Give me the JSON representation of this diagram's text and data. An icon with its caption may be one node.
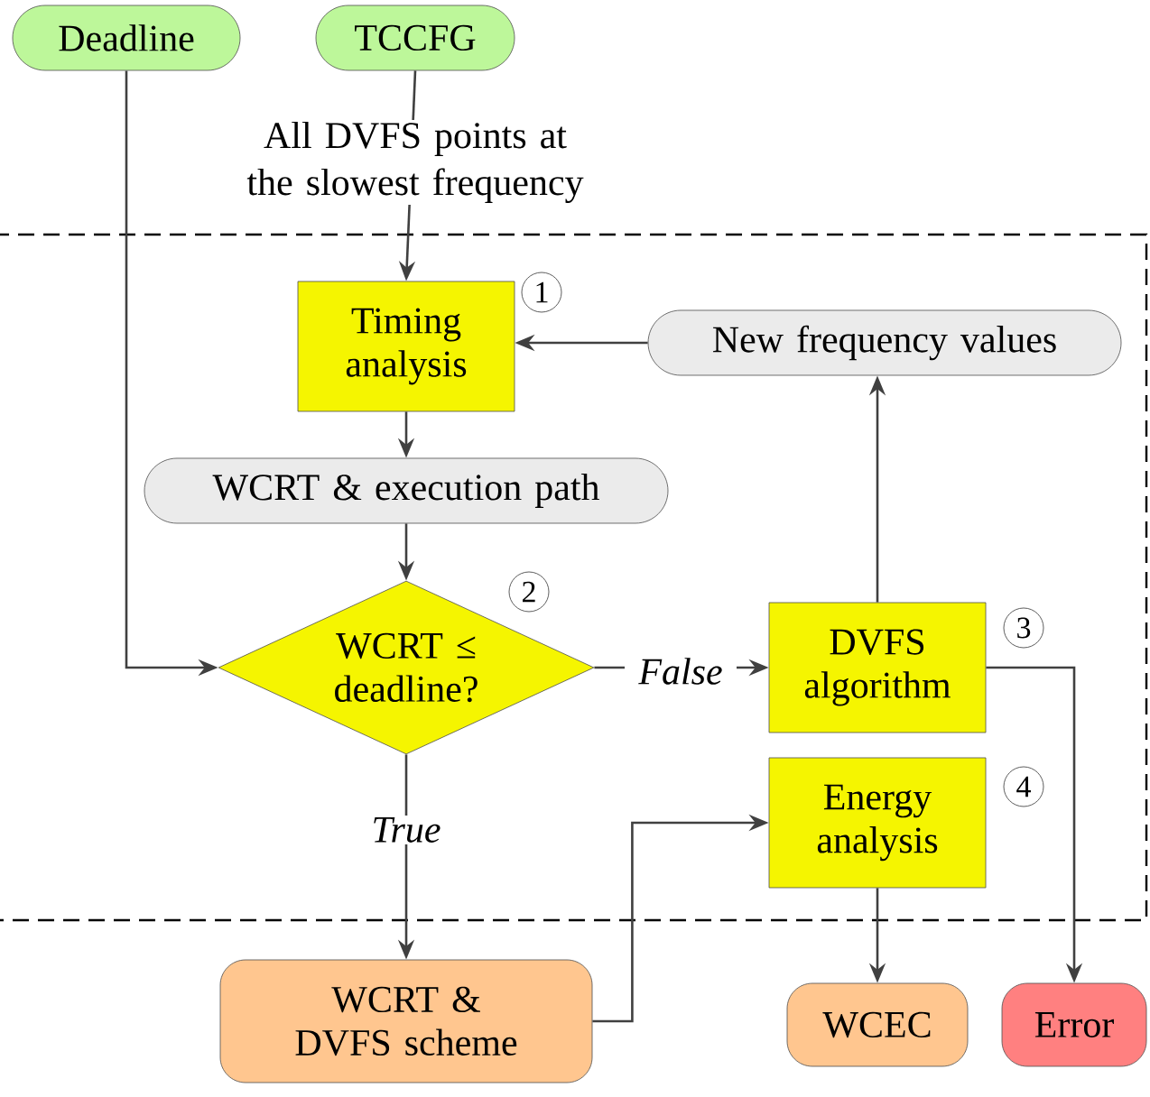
{
  "diagram": {
    "nodes": [
      {
        "text": [
          "Deadline"
        ]
      },
      {
        "text": [
          "TCCFG"
        ]
      },
      {
        "text": [],
        "shape": "box"
      },
      {
        "text": [
          "Timing analysis"
        ],
        "beside": [
          "1"
        ],
        "in": 2
      },
      {
        "text": [
          "New frequency values"
        ],
        "in": 2
      },
      {
        "text": [
          "WCRT & execution path"
        ],
        "in": 2
      },
      {
        "text": [
          "WCRT ≤ deadline?"
        ],
        "beside": [
          "2"
        ],
        "in": 2
      },
      {
        "text": [
          "DVFS algorithm"
        ],
        "beside": [
          "3"
        ],
        "in": 2
      },
      {
        "text": [
          "Energy analysis"
        ],
        "beside": [
          "4"
        ],
        "in": 2
      },
      {
        "text": [
          "WCRT & DVFS scheme"
        ]
      },
      {
        "text": [
          "WCEC"
        ]
      },
      {
        "text": [
          "Error"
        ]
      }
    ],
    "edges": [
      {
        "from": 0,
        "to": 6,
        "arrow": "to"
      },
      {
        "from": 1,
        "to": 3,
        "arrow": "to",
        "label": "All DVFS points at the slowest frequency"
      },
      {
        "from": 3,
        "to": 5,
        "arrow": "to"
      },
      {
        "from": 5,
        "to": 6,
        "arrow": "to"
      },
      {
        "from": 6,
        "to": 7,
        "arrow": "to",
        "label": "False"
      },
      {
        "from": 7,
        "to": 4,
        "arrow": "to"
      },
      {
        "from": 4,
        "to": 3,
        "arrow": "to"
      },
      {
        "from": 6,
        "to": 9,
        "arrow": "to",
        "label": "True"
      },
      {
        "from": 9,
        "to": 8,
        "arrow": "to"
      },
      {
        "from": 8,
        "to": 10,
        "arrow": "to"
      },
      {
        "from": 7,
        "to": 11,
        "arrow": "to"
      }
    ]
  }
}
